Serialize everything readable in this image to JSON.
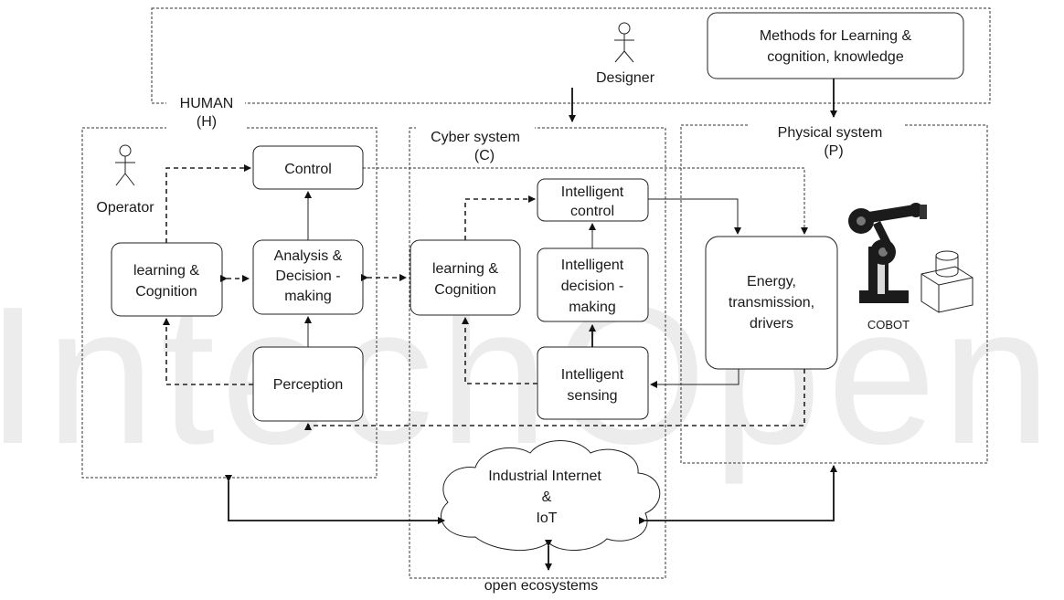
{
  "designer": {
    "methods_box": [
      "Methods for Learning &",
      "cognition, knowledge"
    ],
    "actor_label": "Designer"
  },
  "human": {
    "title": "HUMAN",
    "abbr": "(H)",
    "operator_label": "Operator",
    "control": "Control",
    "learning": [
      "learning &",
      "Cognition"
    ],
    "analysis": [
      "Analysis &",
      "Decision -",
      "making"
    ],
    "perception": "Perception"
  },
  "cyber": {
    "title": "Cyber system",
    "abbr": "(C)",
    "intelligent_control": [
      "Intelligent",
      "control"
    ],
    "learning": [
      "learning &",
      "Cognition"
    ],
    "intelligent_decision": [
      "Intelligent",
      "decision -",
      "making"
    ],
    "intelligent_sensing": [
      "Intelligent",
      "sensing"
    ]
  },
  "physical": {
    "title": "Physical system",
    "abbr": "(P)",
    "energy": [
      "Energy,",
      "transmission,",
      "drivers"
    ],
    "cobot_label": "COBOT"
  },
  "network": {
    "cloud": [
      "Industrial Internet",
      "&",
      "IoT"
    ],
    "open_label": "open ecosystems"
  },
  "watermark": "IntechOpen"
}
